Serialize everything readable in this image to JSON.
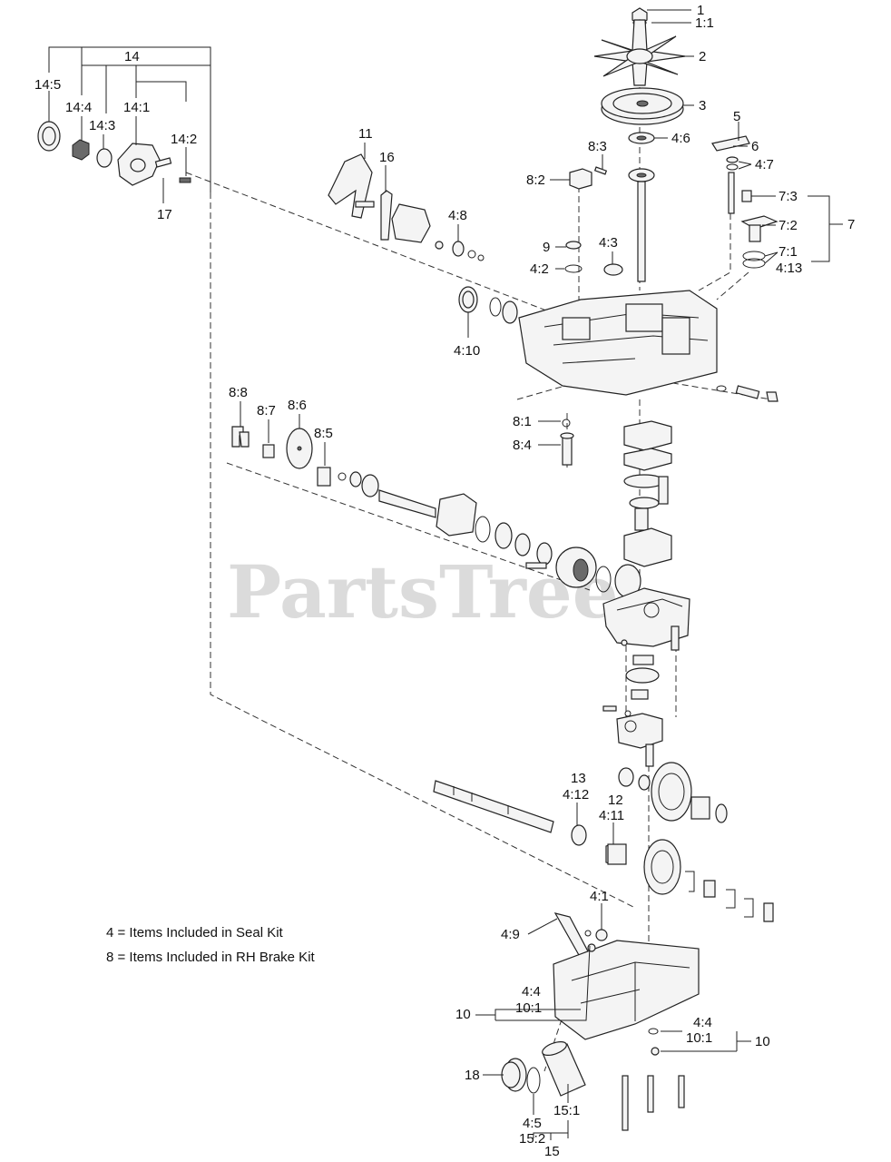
{
  "watermark": "PartsTree",
  "notes": [
    "4 = Items Included in Seal Kit",
    "8 = Items Included in RH Brake Kit"
  ],
  "callouts": [
    "1",
    "1:1",
    "2",
    "3",
    "4:6",
    "5",
    "6",
    "4:7",
    "8:3",
    "8:2",
    "7:3",
    "7:2",
    "7",
    "7:1",
    "4:13",
    "11",
    "16",
    "4:8",
    "9",
    "4:3",
    "4:2",
    "4:10",
    "14",
    "14:5",
    "14:4",
    "14:3",
    "14:1",
    "14:2",
    "17",
    "8:8",
    "8:7",
    "8:6",
    "8:5",
    "8:1",
    "8:4",
    "13",
    "4:12",
    "12",
    "4:11",
    "4:1",
    "4:9",
    "4:4",
    "10:1",
    "10",
    "4:4",
    "10:1",
    "10",
    "18",
    "4:5",
    "15:2",
    "15:1",
    "15"
  ]
}
